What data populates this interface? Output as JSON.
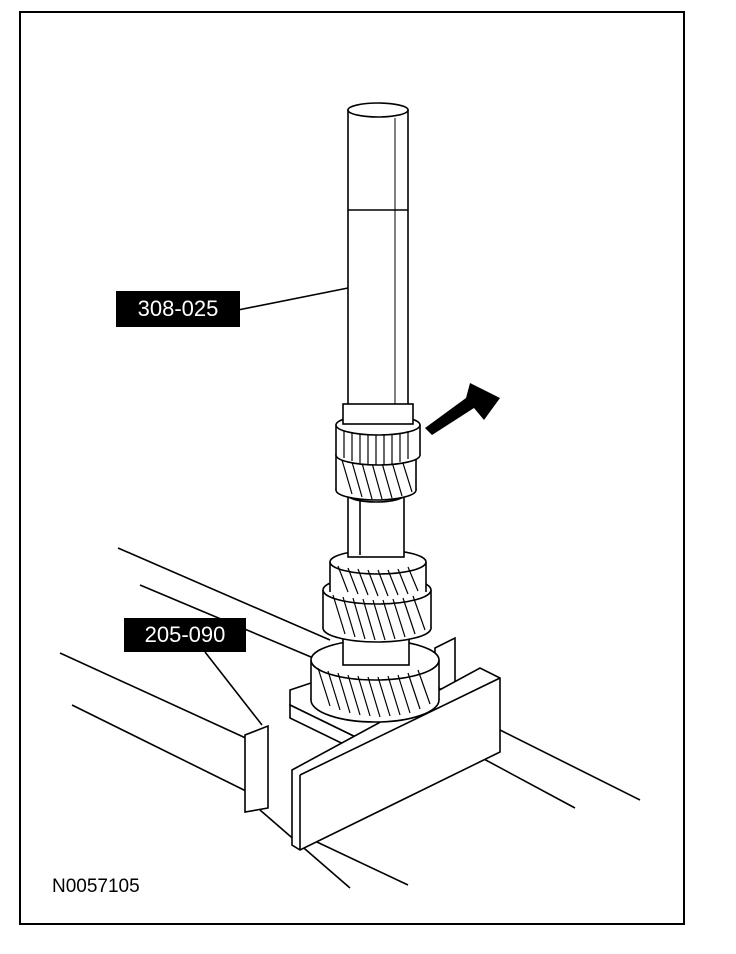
{
  "callouts": {
    "tool_308": "308-025",
    "tool_205": "205-090"
  },
  "figure_id": "N0057105",
  "colors": {
    "line": "#000000",
    "background": "#ffffff",
    "callout_bg": "#000000",
    "callout_text": "#ffffff"
  }
}
